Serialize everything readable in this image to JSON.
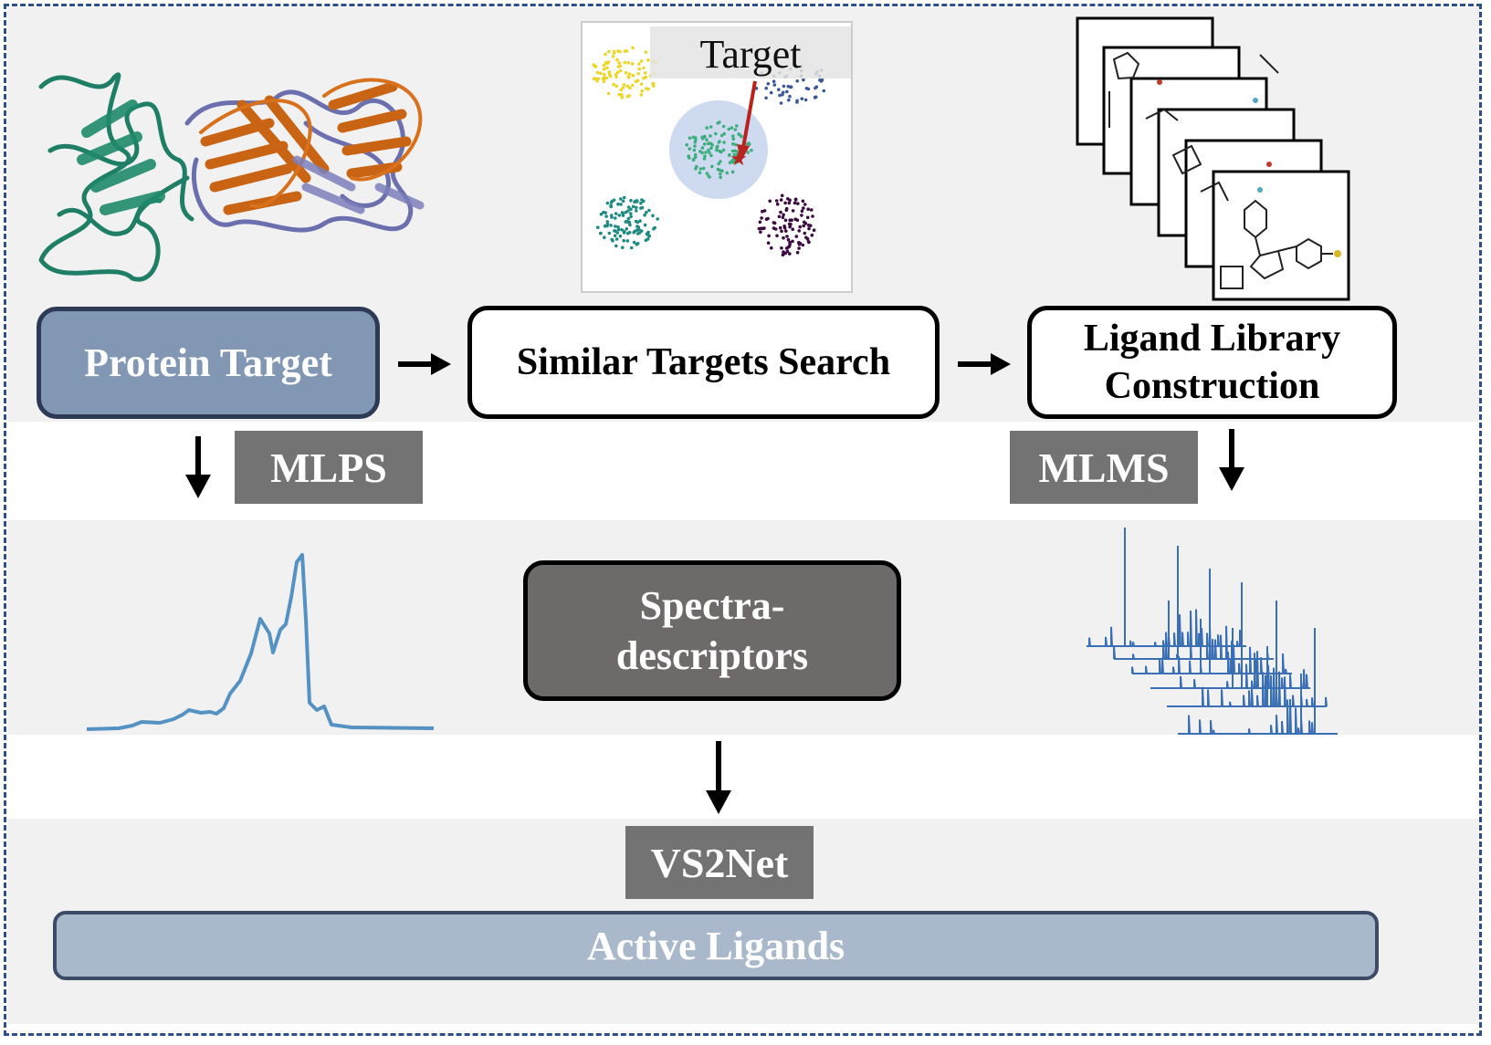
{
  "steps": {
    "protein_target": "Protein Target",
    "similar_targets_search": "Similar Targets Search",
    "ligand_library_line1": "Ligand Library",
    "ligand_library_line2": "Construction",
    "spectra_line1": "Spectra-",
    "spectra_line2": "descriptors",
    "active_ligands": "Active Ligands"
  },
  "labels": {
    "mlps": "MLPS",
    "mlms": "MLMS",
    "vs2net": "VS2Net"
  },
  "scatter": {
    "target_label": "Target"
  },
  "colors": {
    "frame": "#2e4f8a",
    "protein_box": "#8197b4",
    "active_ligands_box": "#aab8cb",
    "label_gray": "#737373",
    "spectra_box": "#6e6a6a",
    "spectrum_line": "#5592c4",
    "ms_line": "#3a6fb6",
    "target_arrow": "#b8231d"
  }
}
